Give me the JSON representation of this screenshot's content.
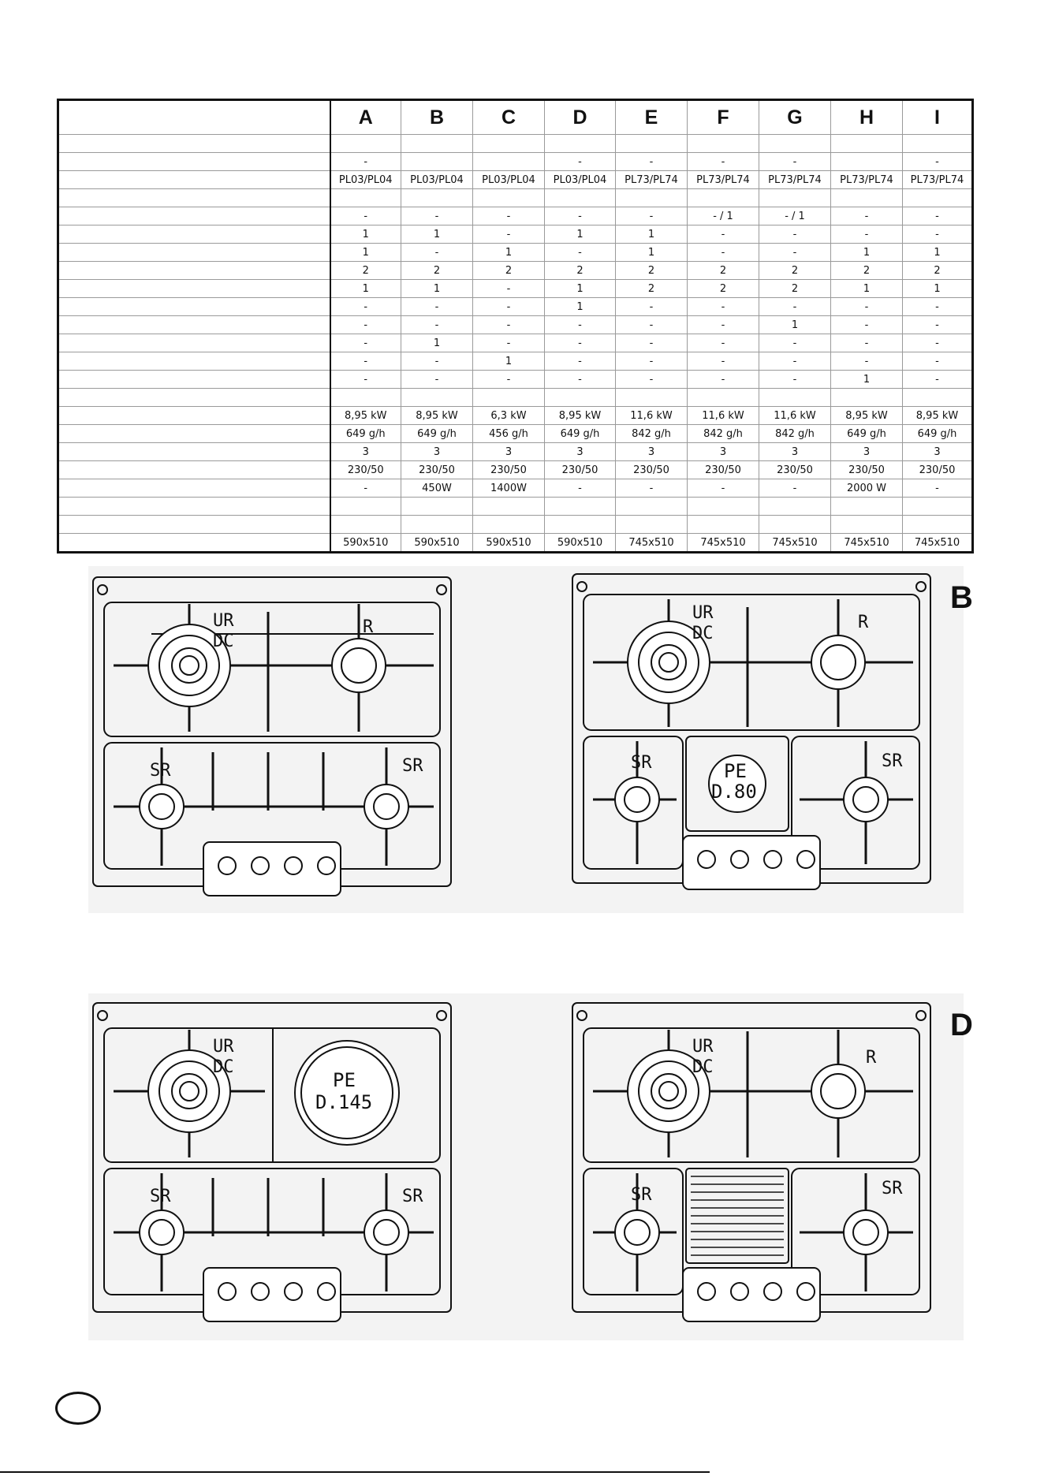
{
  "table": {
    "columns": [
      "A",
      "B",
      "C",
      "D",
      "E",
      "F",
      "G",
      "H",
      "I"
    ],
    "rows": [
      [
        "",
        "",
        "",
        "",
        "",
        "",
        "",
        "",
        ""
      ],
      [
        "-",
        "",
        "",
        "-",
        "-",
        "-",
        "-",
        "",
        "-"
      ],
      [
        "PL03/PL04",
        "PL03/PL04",
        "PL03/PL04",
        "PL03/PL04",
        "PL73/PL74",
        "PL73/PL74",
        "PL73/PL74",
        "PL73/PL74",
        "PL73/PL74"
      ],
      [
        "",
        "",
        "",
        "",
        "",
        "",
        "",
        "",
        ""
      ],
      [
        "-",
        "-",
        "-",
        "-",
        "-",
        "- / 1",
        "- / 1",
        "-",
        "-"
      ],
      [
        "1",
        "1",
        "-",
        "1",
        "1",
        "-",
        "-",
        "-",
        "-"
      ],
      [
        "1",
        "-",
        "1",
        "-",
        "1",
        "-",
        "-",
        "1",
        "1"
      ],
      [
        "2",
        "2",
        "2",
        "2",
        "2",
        "2",
        "2",
        "2",
        "2"
      ],
      [
        "1",
        "1",
        "-",
        "1",
        "2",
        "2",
        "2",
        "1",
        "1"
      ],
      [
        "-",
        "-",
        "-",
        "1",
        "-",
        "-",
        "-",
        "-",
        "-"
      ],
      [
        "-",
        "-",
        "-",
        "-",
        "-",
        "-",
        "1",
        "-",
        "-"
      ],
      [
        "-",
        "1",
        "-",
        "-",
        "-",
        "-",
        "-",
        "-",
        "-"
      ],
      [
        "-",
        "-",
        "1",
        "-",
        "-",
        "-",
        "-",
        "-",
        "-"
      ],
      [
        "-",
        "-",
        "-",
        "-",
        "-",
        "-",
        "-",
        "1",
        "-"
      ],
      [
        "",
        "",
        "",
        "",
        "",
        "",
        "",
        "",
        ""
      ],
      [
        "8,95 kW",
        "8,95 kW",
        "6,3 kW",
        "8,95 kW",
        "11,6 kW",
        "11,6 kW",
        "11,6 kW",
        "8,95 kW",
        "8,95 kW"
      ],
      [
        "649 g/h",
        "649 g/h",
        "456 g/h",
        "649 g/h",
        "842 g/h",
        "842 g/h",
        "842 g/h",
        "649 g/h",
        "649 g/h"
      ],
      [
        "3",
        "3",
        "3",
        "3",
        "3",
        "3",
        "3",
        "3",
        "3"
      ],
      [
        "230/50",
        "230/50",
        "230/50",
        "230/50",
        "230/50",
        "230/50",
        "230/50",
        "230/50",
        "230/50"
      ],
      [
        "-",
        "450W",
        "1400W",
        "-",
        "-",
        "-",
        "-",
        "2000 W",
        "-"
      ],
      [
        "",
        "",
        "",
        "",
        "",
        "",
        "",
        "",
        ""
      ],
      [
        "",
        "",
        "",
        "",
        "",
        "",
        "",
        "",
        ""
      ],
      [
        "590x510",
        "590x510",
        "590x510",
        "590x510",
        "745x510",
        "745x510",
        "745x510",
        "745x510",
        "745x510"
      ]
    ]
  },
  "drawings": {
    "top_left": {
      "burners": [
        "UR",
        "DC",
        "R",
        "SR",
        "SR"
      ]
    },
    "top_right": {
      "letter": "B",
      "burners": [
        "UR",
        "DC",
        "R",
        "SR",
        "SR"
      ],
      "plate": [
        "PE",
        "D.80"
      ]
    },
    "bottom_left": {
      "burners": [
        "UR",
        "DC",
        "SR",
        "SR"
      ],
      "plate": [
        "PE",
        "D.145"
      ]
    },
    "bottom_right": {
      "letter": "D",
      "burners": [
        "UR",
        "DC",
        "R",
        "SR",
        "SR"
      ]
    }
  },
  "colors": {
    "ink": "#111111",
    "shade": "#f3f3f3"
  }
}
